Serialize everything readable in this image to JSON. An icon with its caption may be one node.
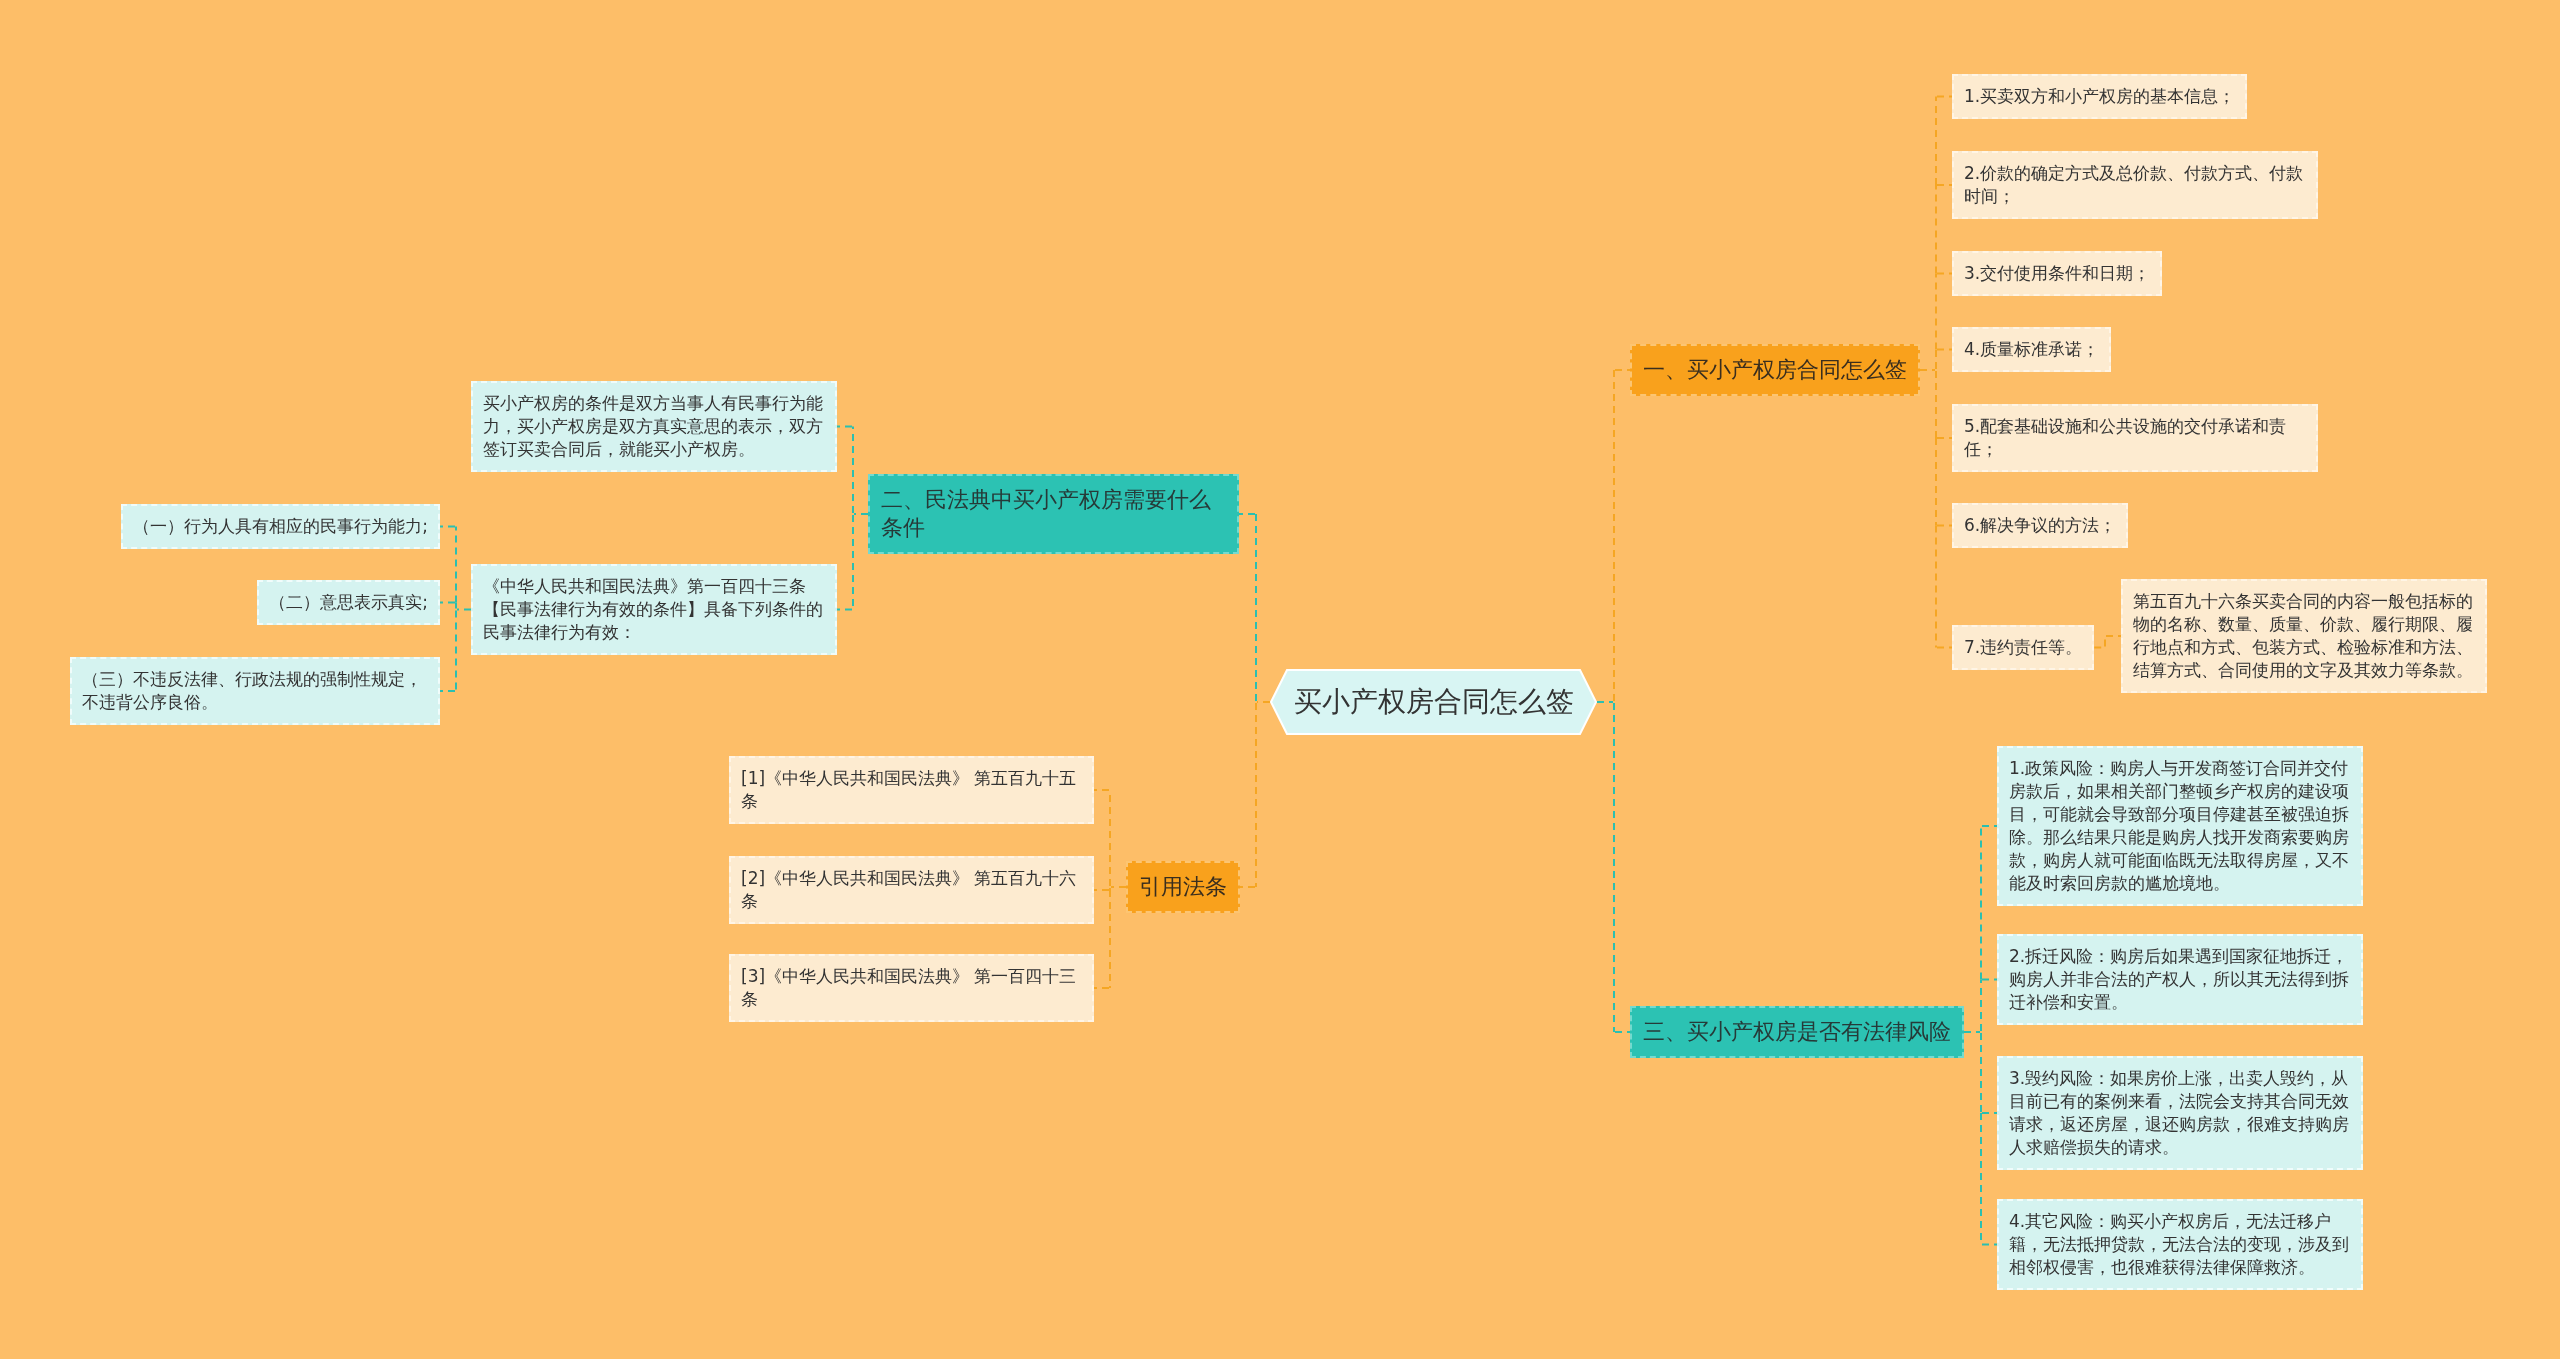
{
  "diagram": {
    "nodes": [
      {
        "text": [
          "买小产权房合同怎么签"
        ]
      },
      {
        "text": [
          "一、买小产权房合同怎么签"
        ]
      },
      {
        "text": [
          "1.买卖双方和小产权房的基本信息；"
        ]
      },
      {
        "text": [
          "2.价款的确定方式及总价款、付款方式、付款时间；"
        ]
      },
      {
        "text": [
          "3.交付使用条件和日期；"
        ]
      },
      {
        "text": [
          "4.质量标准承诺；"
        ]
      },
      {
        "text": [
          "5.配套基础设施和公共设施的交付承诺和责任；"
        ]
      },
      {
        "text": [
          "6.解决争议的方法；"
        ]
      },
      {
        "text": [
          "7.违约责任等。"
        ]
      },
      {
        "text": [
          "第五百九十六条买卖合同的内容一般包括标的物的名称、数量、质量、价款、履行期限、履行地点和方式、包装方式、检验标准和方法、结算方式、合同使用的文字及其效力等条款。"
        ]
      },
      {
        "text": [
          "三、买小产权房是否有法律风险"
        ]
      },
      {
        "text": [
          "1.政策风险：购房人与开发商签订合同并交付房款后，如果相关部门整顿乡产权房的建设项目，可能就会导致部分项目停建甚至被强迫拆除。那么结果只能是购房人找开发商索要购房款，购房人就可能面临既无法取得房屋，又不能及时索回房款的尴尬境地。"
        ]
      },
      {
        "text": [
          "2.拆迁风险：购房后如果遇到国家征地拆迁，购房人并非合法的产权人，所以其无法得到拆迁补偿和安置。"
        ]
      },
      {
        "text": [
          "3.毁约风险：如果房价上涨，出卖人毁约，从目前已有的案例来看，法院会支持其合同无效请求，返还房屋，退还购房款，很难支持购房人求赔偿损失的请求。"
        ]
      },
      {
        "text": [
          "4.其它风险：购买小产权房后，无法迁移户籍，无法抵押贷款，无法合法的变现，涉及到相邻权侵害，也很难获得法律保障救济。"
        ]
      },
      {
        "text": [
          "二、民法典中买小产权房需要什么条件"
        ]
      },
      {
        "text": [
          "买小产权房的条件是双方当事人有民事行为能力，买小产权房是双方真实意思的表示，双方签订买卖合同后，就能买小产权房。"
        ]
      },
      {
        "text": [
          "《中华人民共和国民法典》第一百四十三条【民事法律行为有效的条件】具备下列条件的民事法律行为有效："
        ]
      },
      {
        "text": [
          "（一）行为人具有相应的民事行为能力;"
        ]
      },
      {
        "text": [
          "（二）意思表示真实;"
        ]
      },
      {
        "text": [
          "（三）不违反法律、行政法规的强制性规定，不违背公序良俗。"
        ]
      },
      {
        "text": [
          "引用法条"
        ]
      },
      {
        "text": [
          "[1]《中华人民共和国民法典》 第五百九十五条"
        ]
      },
      {
        "text": [
          "[2]《中华人民共和国民法典》 第五百九十六条"
        ]
      },
      {
        "text": [
          "[3]《中华人民共和国民法典》 第一百四十三条"
        ]
      }
    ],
    "edges": [
      {
        "from": 0,
        "to": 1,
        "arrow": "none",
        "style": "dashed"
      },
      {
        "from": 1,
        "to": 2,
        "arrow": "none",
        "style": "dashed"
      },
      {
        "from": 1,
        "to": 3,
        "arrow": "none",
        "style": "dashed"
      },
      {
        "from": 1,
        "to": 4,
        "arrow": "none",
        "style": "dashed"
      },
      {
        "from": 1,
        "to": 5,
        "arrow": "none",
        "style": "dashed"
      },
      {
        "from": 1,
        "to": 6,
        "arrow": "none",
        "style": "dashed"
      },
      {
        "from": 1,
        "to": 7,
        "arrow": "none",
        "style": "dashed"
      },
      {
        "from": 1,
        "to": 8,
        "arrow": "none",
        "style": "dashed"
      },
      {
        "from": 8,
        "to": 9,
        "arrow": "none",
        "style": "dashed"
      },
      {
        "from": 0,
        "to": 10,
        "arrow": "none",
        "style": "dashed",
        "color": "#2bbfb0"
      },
      {
        "from": 10,
        "to": 11,
        "arrow": "none",
        "style": "dashed",
        "color": "#2bbfb0"
      },
      {
        "from": 10,
        "to": 12,
        "arrow": "none",
        "style": "dashed",
        "color": "#2bbfb0"
      },
      {
        "from": 10,
        "to": 13,
        "arrow": "none",
        "style": "dashed",
        "color": "#2bbfb0"
      },
      {
        "from": 10,
        "to": 14,
        "arrow": "none",
        "style": "dashed",
        "color": "#2bbfb0"
      },
      {
        "from": 0,
        "to": 15,
        "arrow": "none",
        "style": "dashed",
        "color": "#2bbfb0"
      },
      {
        "from": 15,
        "to": 16,
        "arrow": "none",
        "style": "dashed",
        "color": "#2bbfb0"
      },
      {
        "from": 15,
        "to": 17,
        "arrow": "none",
        "style": "dashed",
        "color": "#2bbfb0"
      },
      {
        "from": 17,
        "to": 18,
        "arrow": "none",
        "style": "dashed",
        "color": "#2bbfb0"
      },
      {
        "from": 17,
        "to": 19,
        "arrow": "none",
        "style": "dashed",
        "color": "#2bbfb0"
      },
      {
        "from": 17,
        "to": 20,
        "arrow": "none",
        "style": "dashed",
        "color": "#2bbfb0"
      },
      {
        "from": 0,
        "to": 21,
        "arrow": "none",
        "style": "dashed"
      },
      {
        "from": 21,
        "to": 22,
        "arrow": "none",
        "style": "dashed"
      },
      {
        "from": 21,
        "to": 23,
        "arrow": "none",
        "style": "dashed"
      },
      {
        "from": 21,
        "to": 24,
        "arrow": "none",
        "style": "dashed"
      }
    ]
  }
}
